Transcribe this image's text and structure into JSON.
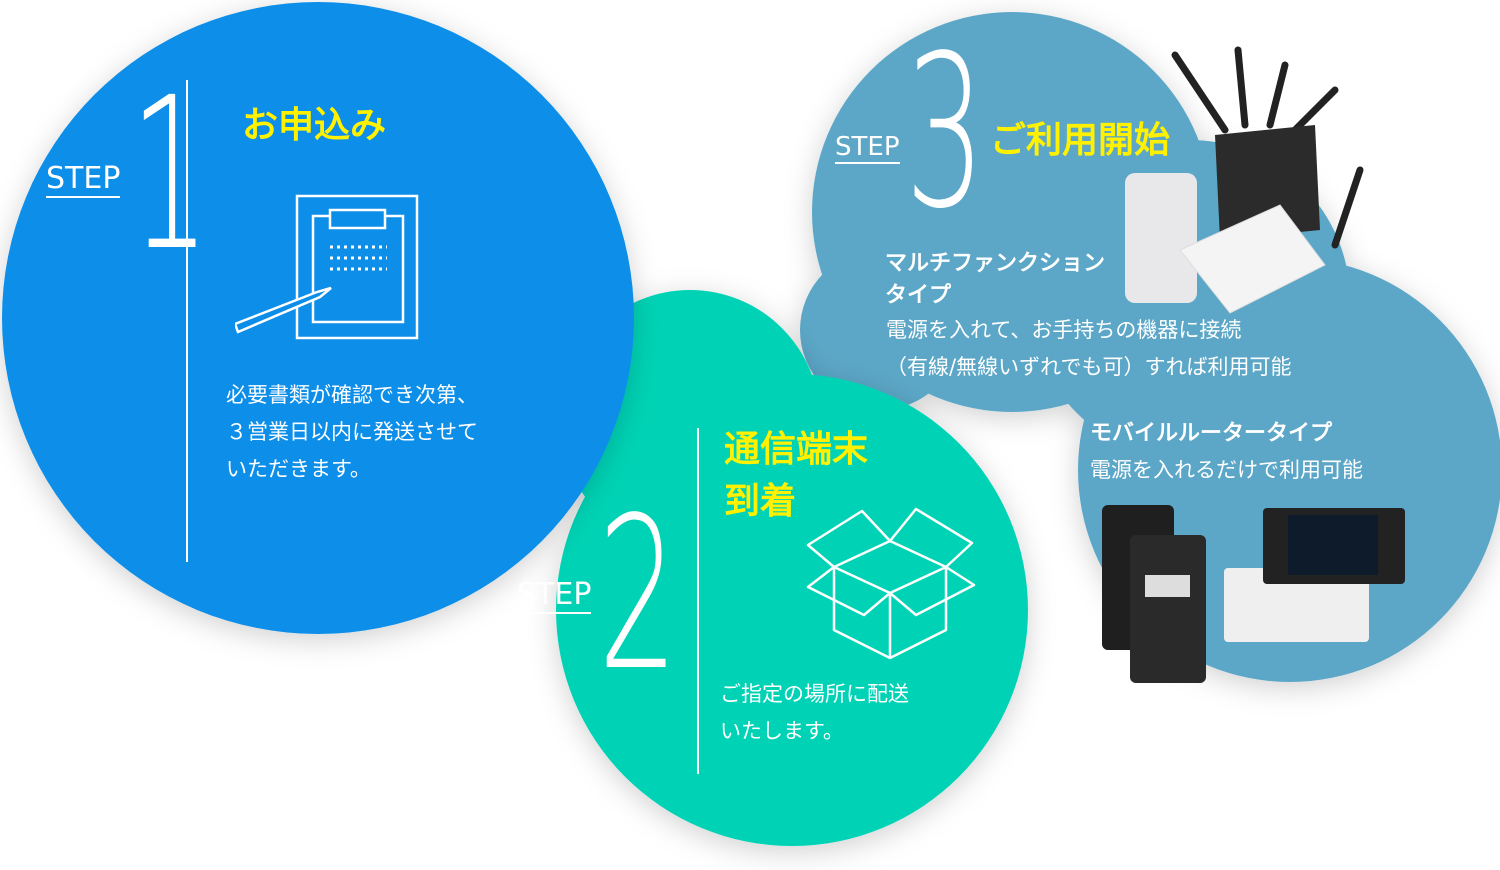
{
  "colors": {
    "step1": "#0a8ee9",
    "step2": "#00d3b5",
    "step3": "#5ba7c7",
    "accent": "#fff100"
  },
  "step1": {
    "label": "STEP",
    "number": "1",
    "title": "お申込み",
    "icon": "clipboard-pen-icon",
    "desc": [
      "必要書類が確認でき次第、",
      "３営業日以内に発送させて",
      "いただきます。"
    ]
  },
  "step2": {
    "label": "STEP",
    "number": "2",
    "title": [
      "通信端末",
      "到着"
    ],
    "icon": "open-box-icon",
    "desc": [
      "ご指定の場所に配送",
      "いたします。"
    ]
  },
  "step3": {
    "label": "STEP",
    "number": "3",
    "title": "ご利用開始",
    "multi": {
      "name": [
        "マルチファンクション",
        "タイプ"
      ],
      "desc": [
        "電源を入れて、お手持ちの機器に接続",
        "（有線/無線いずれでも可）すれば利用可能"
      ]
    },
    "mobile": {
      "name": "モバイルルータータイプ",
      "desc": "電源を入れるだけで利用可能"
    }
  }
}
